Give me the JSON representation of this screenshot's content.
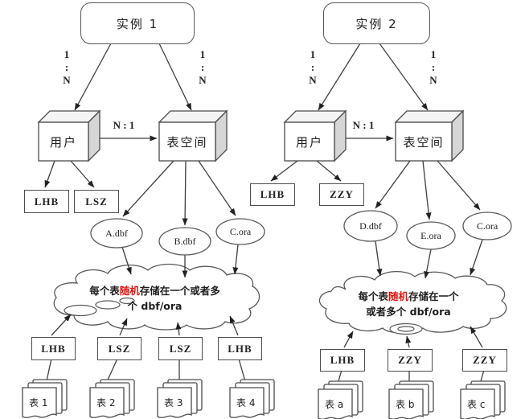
{
  "labels": {
    "one": "1",
    "colon": ":",
    "n": "N",
    "n_to_1": "N : 1"
  },
  "left": {
    "instance": "实例 1",
    "user": "用户",
    "tablespace": "表空间",
    "user_children": [
      "LHB",
      "LSZ"
    ],
    "datafiles": [
      "A.dbf",
      "B.dbf",
      "C.ora"
    ],
    "cloud": {
      "pre": "每个表",
      "highlight": "随机",
      "post": "存储在一个或者多",
      "line2": "个 dbf/ora"
    },
    "owners": [
      "LHB",
      "LSZ",
      "LSZ",
      "LHB"
    ],
    "tables": [
      "表 1",
      "表 2",
      "表 3",
      "表 4"
    ]
  },
  "right": {
    "instance": "实例 2",
    "user": "用户",
    "tablespace": "表空间",
    "user_children": [
      "LHB",
      "ZZY"
    ],
    "datafiles": [
      "D.dbf",
      "E.ora",
      "C.ora"
    ],
    "cloud": {
      "pre": "每个表",
      "highlight": "随机",
      "post": "存储在一个",
      "line2": "或者多个 dbf/ora"
    },
    "owners": [
      "LHB",
      "ZZY",
      "ZZY"
    ],
    "tables": [
      "表 a",
      "表 b",
      "表 c"
    ]
  },
  "colors": {
    "highlight_red": "#e8120c",
    "line": "#3f3f3f",
    "cube_side": "#d6d6d6"
  }
}
